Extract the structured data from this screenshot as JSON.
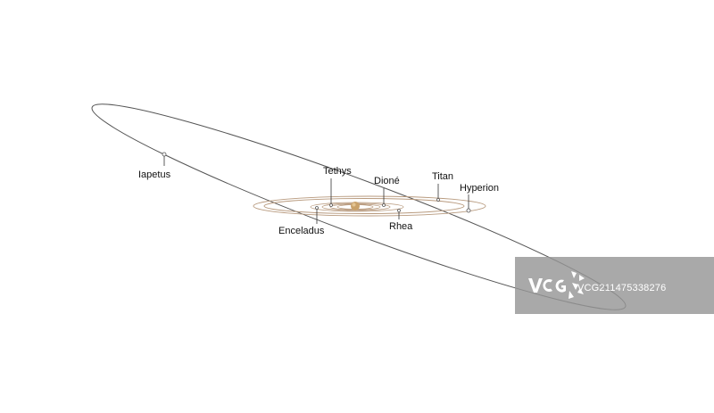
{
  "diagram": {
    "moons": [
      {
        "id": "iapetus",
        "label": "Iapetus"
      },
      {
        "id": "tethys",
        "label": "Tethys"
      },
      {
        "id": "dione",
        "label": "Dioné"
      },
      {
        "id": "titan",
        "label": "Titan"
      },
      {
        "id": "hyperion",
        "label": "Hyperion"
      },
      {
        "id": "enceladus",
        "label": "Enceladus"
      },
      {
        "id": "rhea",
        "label": "Rhea"
      }
    ],
    "colors": {
      "iapetus_orbit": "#555555",
      "inner_orbits": "#b89a7e",
      "leader_lines": "#333333",
      "saturn": "#c9a16a",
      "background": "#ffffff"
    }
  },
  "watermark": {
    "logo_text": "VCG",
    "caption": "VCG211475338276",
    "background": "#969696"
  }
}
